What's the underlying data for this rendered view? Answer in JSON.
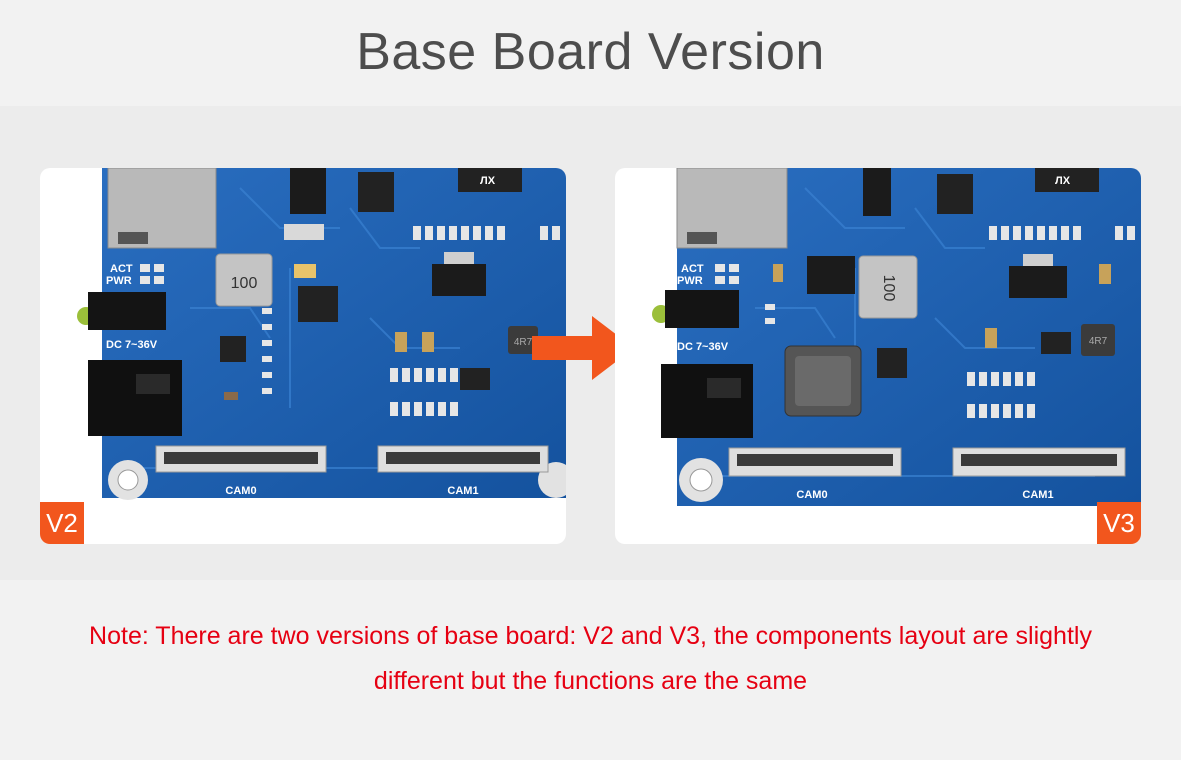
{
  "page": {
    "title": "Base Board Version"
  },
  "boards": [
    {
      "badge": "V2",
      "silkscreen": {
        "act": "ACT",
        "pwr": "PWR",
        "dc": "DC 7~36V",
        "inductor": "100",
        "inductor2": "4R7",
        "cam0": "CAM0",
        "cam1": "CAM1"
      }
    },
    {
      "badge": "V3",
      "silkscreen": {
        "act": "ACT",
        "pwr": "PWR",
        "dc": "DC 7~36V",
        "inductor": "100",
        "inductor2": "4R7",
        "cam0": "CAM0",
        "cam1": "CAM1"
      }
    }
  ],
  "note": {
    "line1": "Note: There are two versions of base board: V2 and V3, the components layout are slightly",
    "line2": "different but the functions are the same"
  },
  "colors": {
    "accent": "#f2561d",
    "note": "#e60012",
    "pcb": "#1c5fae"
  }
}
